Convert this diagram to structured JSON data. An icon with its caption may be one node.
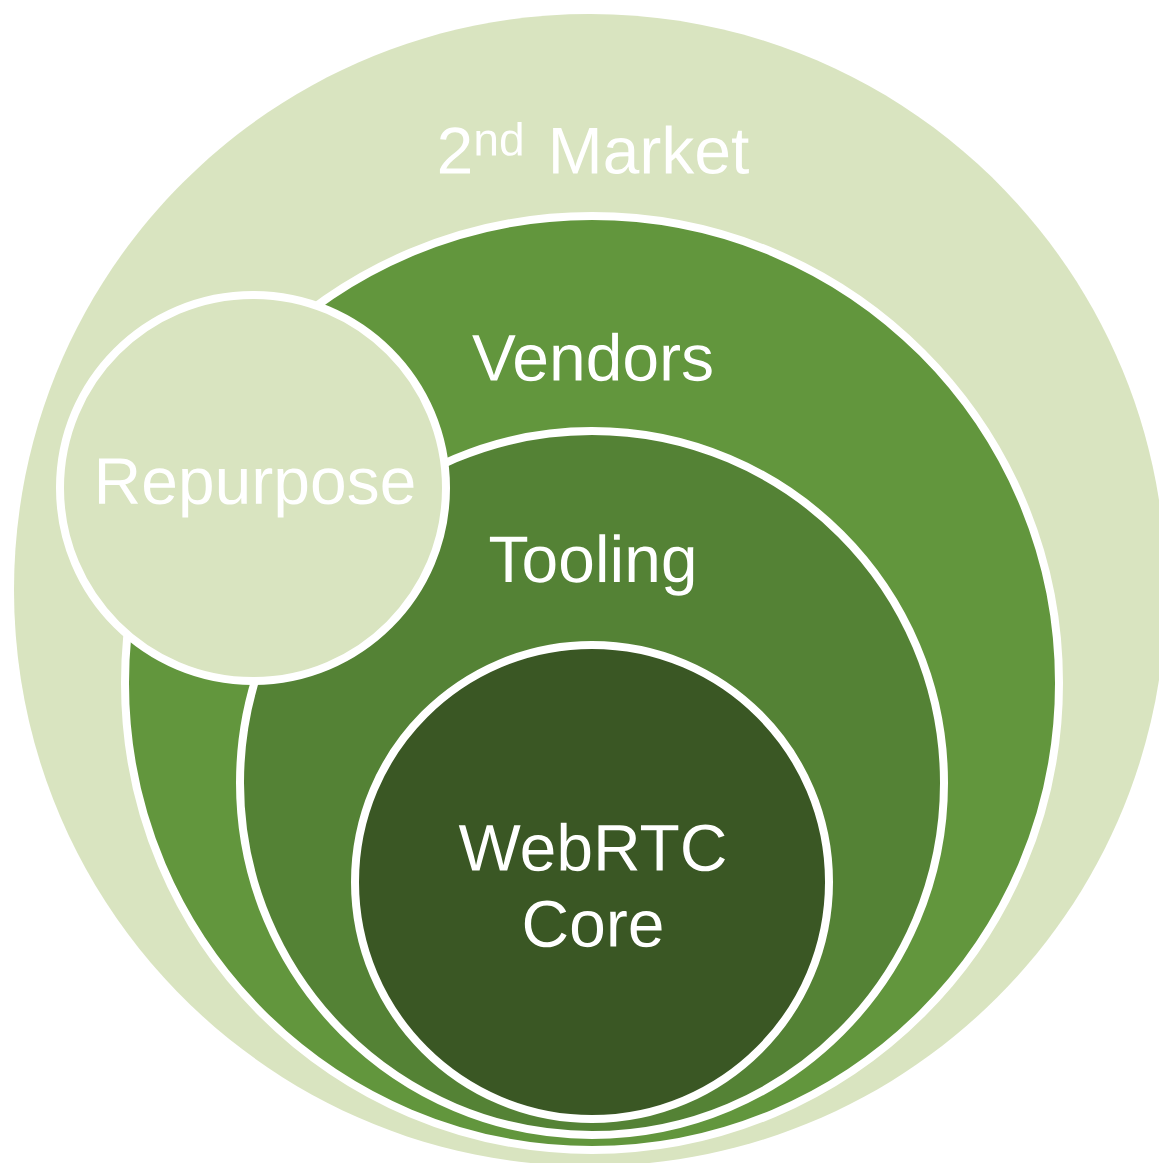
{
  "diagram": {
    "nodes": [
      {
        "text": [
          "2$^{nd}$ Market"
        ]
      },
      {
        "text": [
          "Vendors"
        ],
        "in": 0
      },
      {
        "text": [
          "Tooling"
        ],
        "in": 1
      },
      {
        "text": [
          "WebRTC Core"
        ],
        "in": 2
      },
      {
        "text": [
          "Repurpose"
        ],
        "in": 0
      }
    ]
  }
}
